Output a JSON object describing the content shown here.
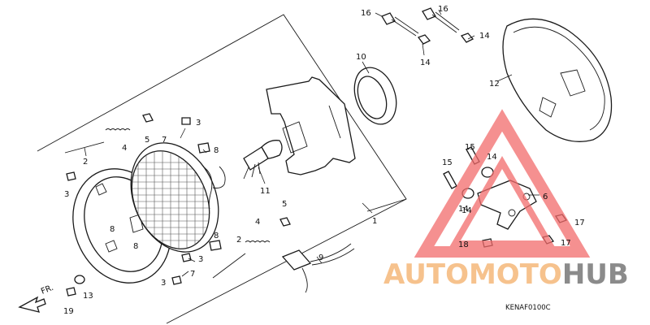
{
  "callouts": [
    {
      "id": "c1",
      "label": "16"
    },
    {
      "id": "c2",
      "label": "16"
    },
    {
      "id": "c3",
      "label": "14"
    },
    {
      "id": "c4",
      "label": "14"
    },
    {
      "id": "c5",
      "label": "14"
    },
    {
      "id": "c6",
      "label": "10"
    },
    {
      "id": "c7",
      "label": "12"
    },
    {
      "id": "c8",
      "label": "2"
    },
    {
      "id": "c9",
      "label": "4"
    },
    {
      "id": "c10",
      "label": "5"
    },
    {
      "id": "c11",
      "label": "3"
    },
    {
      "id": "c12",
      "label": "7"
    },
    {
      "id": "c13",
      "label": "8"
    },
    {
      "id": "c14",
      "label": "3"
    },
    {
      "id": "c15",
      "label": "11"
    },
    {
      "id": "c16",
      "label": "8"
    },
    {
      "id": "c17",
      "label": "8"
    },
    {
      "id": "c18",
      "label": "5"
    },
    {
      "id": "c19",
      "label": "4"
    },
    {
      "id": "c20",
      "label": "2"
    },
    {
      "id": "c21",
      "label": "8"
    },
    {
      "id": "c22",
      "label": "1"
    },
    {
      "id": "c23",
      "label": "3"
    },
    {
      "id": "c24",
      "label": "7"
    },
    {
      "id": "c25",
      "label": "3"
    },
    {
      "id": "c26",
      "label": "9"
    },
    {
      "id": "c27",
      "label": "13"
    },
    {
      "id": "c28",
      "label": "19"
    },
    {
      "id": "c29",
      "label": "15"
    },
    {
      "id": "c30",
      "label": "14"
    },
    {
      "id": "c31",
      "label": "15"
    },
    {
      "id": "c32",
      "label": "14"
    },
    {
      "id": "c33",
      "label": "6"
    },
    {
      "id": "c34",
      "label": "17"
    },
    {
      "id": "c35",
      "label": "18"
    },
    {
      "id": "c36",
      "label": "17"
    }
  ],
  "fr_label": "FR.",
  "diagram_code": "KENAF0100C",
  "watermark": {
    "part1": "AUTOMOTO",
    "part2": "HUB",
    "color_part1": "#f5b87a",
    "color_part2": "#777777",
    "logo_color": "#f26b6b"
  }
}
